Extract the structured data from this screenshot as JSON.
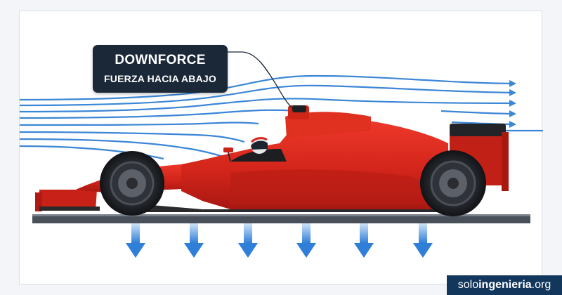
{
  "label": {
    "title": "DOWNFORCE",
    "subtitle": "FUERZA HACIA ABAJO"
  },
  "watermark": {
    "part1": "solo",
    "part2": "ingenieria",
    "part3": ".org"
  },
  "icons": {
    "airflow": "airflow-streamline-arrow",
    "downforce": "downward-arrow",
    "car": "formula-one-car"
  },
  "colors": {
    "airflow": "#3b86d6",
    "downforce_arrow": "#3b8be0",
    "car_body": "#d8261c",
    "label_bg": "#1b2838",
    "ground": "#4a5059",
    "watermark_bg": "#12365c"
  }
}
